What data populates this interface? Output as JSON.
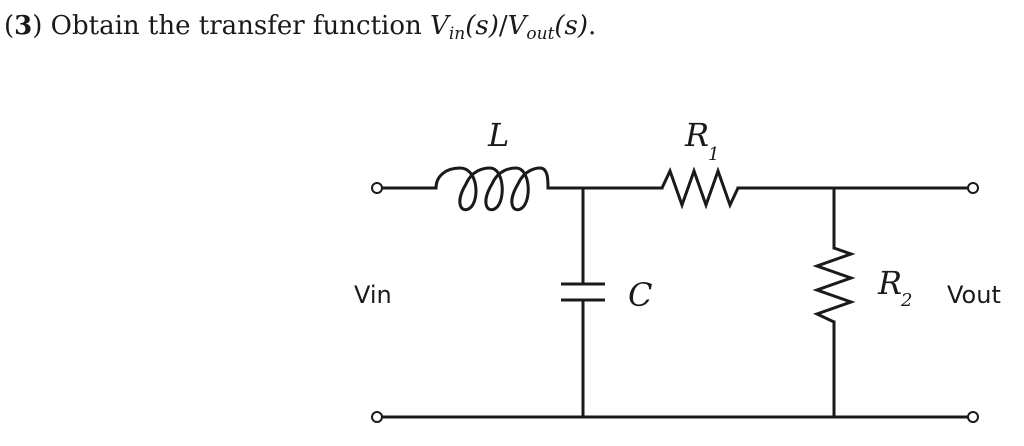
{
  "question": {
    "number": "3",
    "text_before": "Obtain the transfer function",
    "v": "V",
    "in_sub": "in",
    "s_arg": "(s)",
    "slash": "/",
    "out_sub": "out",
    "end": "."
  },
  "diagram": {
    "inductor_label": "L",
    "capacitor_label": "C",
    "r1_label": "R",
    "r1_sub": "1",
    "r2_label": "R",
    "r2_sub": "2",
    "input_label": "Vin",
    "output_label": "Vout"
  }
}
